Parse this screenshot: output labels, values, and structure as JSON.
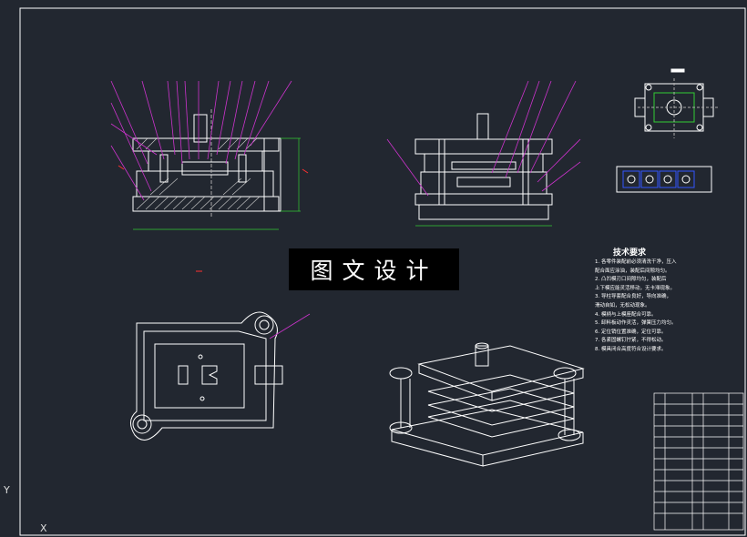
{
  "watermark": "图文设计",
  "tech_requirements": {
    "title": "技术要求",
    "lines": [
      "1. 各零件装配前必须清洗干净，压入",
      "配合面应涂油，装配后间隙均匀。",
      "2. 凸凹模刃口间隙均匀，装配后",
      "上下模应能灵活移动，无卡滞现象。",
      "3. 导柱导套配合良好，导向准确，",
      "滑动自如，无松动现象。",
      "4. 模柄与上模座配合可靠。",
      "5. 卸料板动作灵活，弹簧压力均匀。",
      "6. 定位销位置准确，定位可靠。",
      "7. 各紧固螺钉拧紧，不得松动。",
      "8. 模具闭合高度符合设计要求。"
    ]
  },
  "axis_marks": {
    "y": "Y",
    "x": "X"
  },
  "colors": {
    "background": "#222730",
    "lines": "#ffffff",
    "callouts": "#cc33cc",
    "hatching": "#e0e0e0",
    "dimension": "#33cc33",
    "accent_red": "#ff3030",
    "blue_detail": "#3355ff"
  }
}
